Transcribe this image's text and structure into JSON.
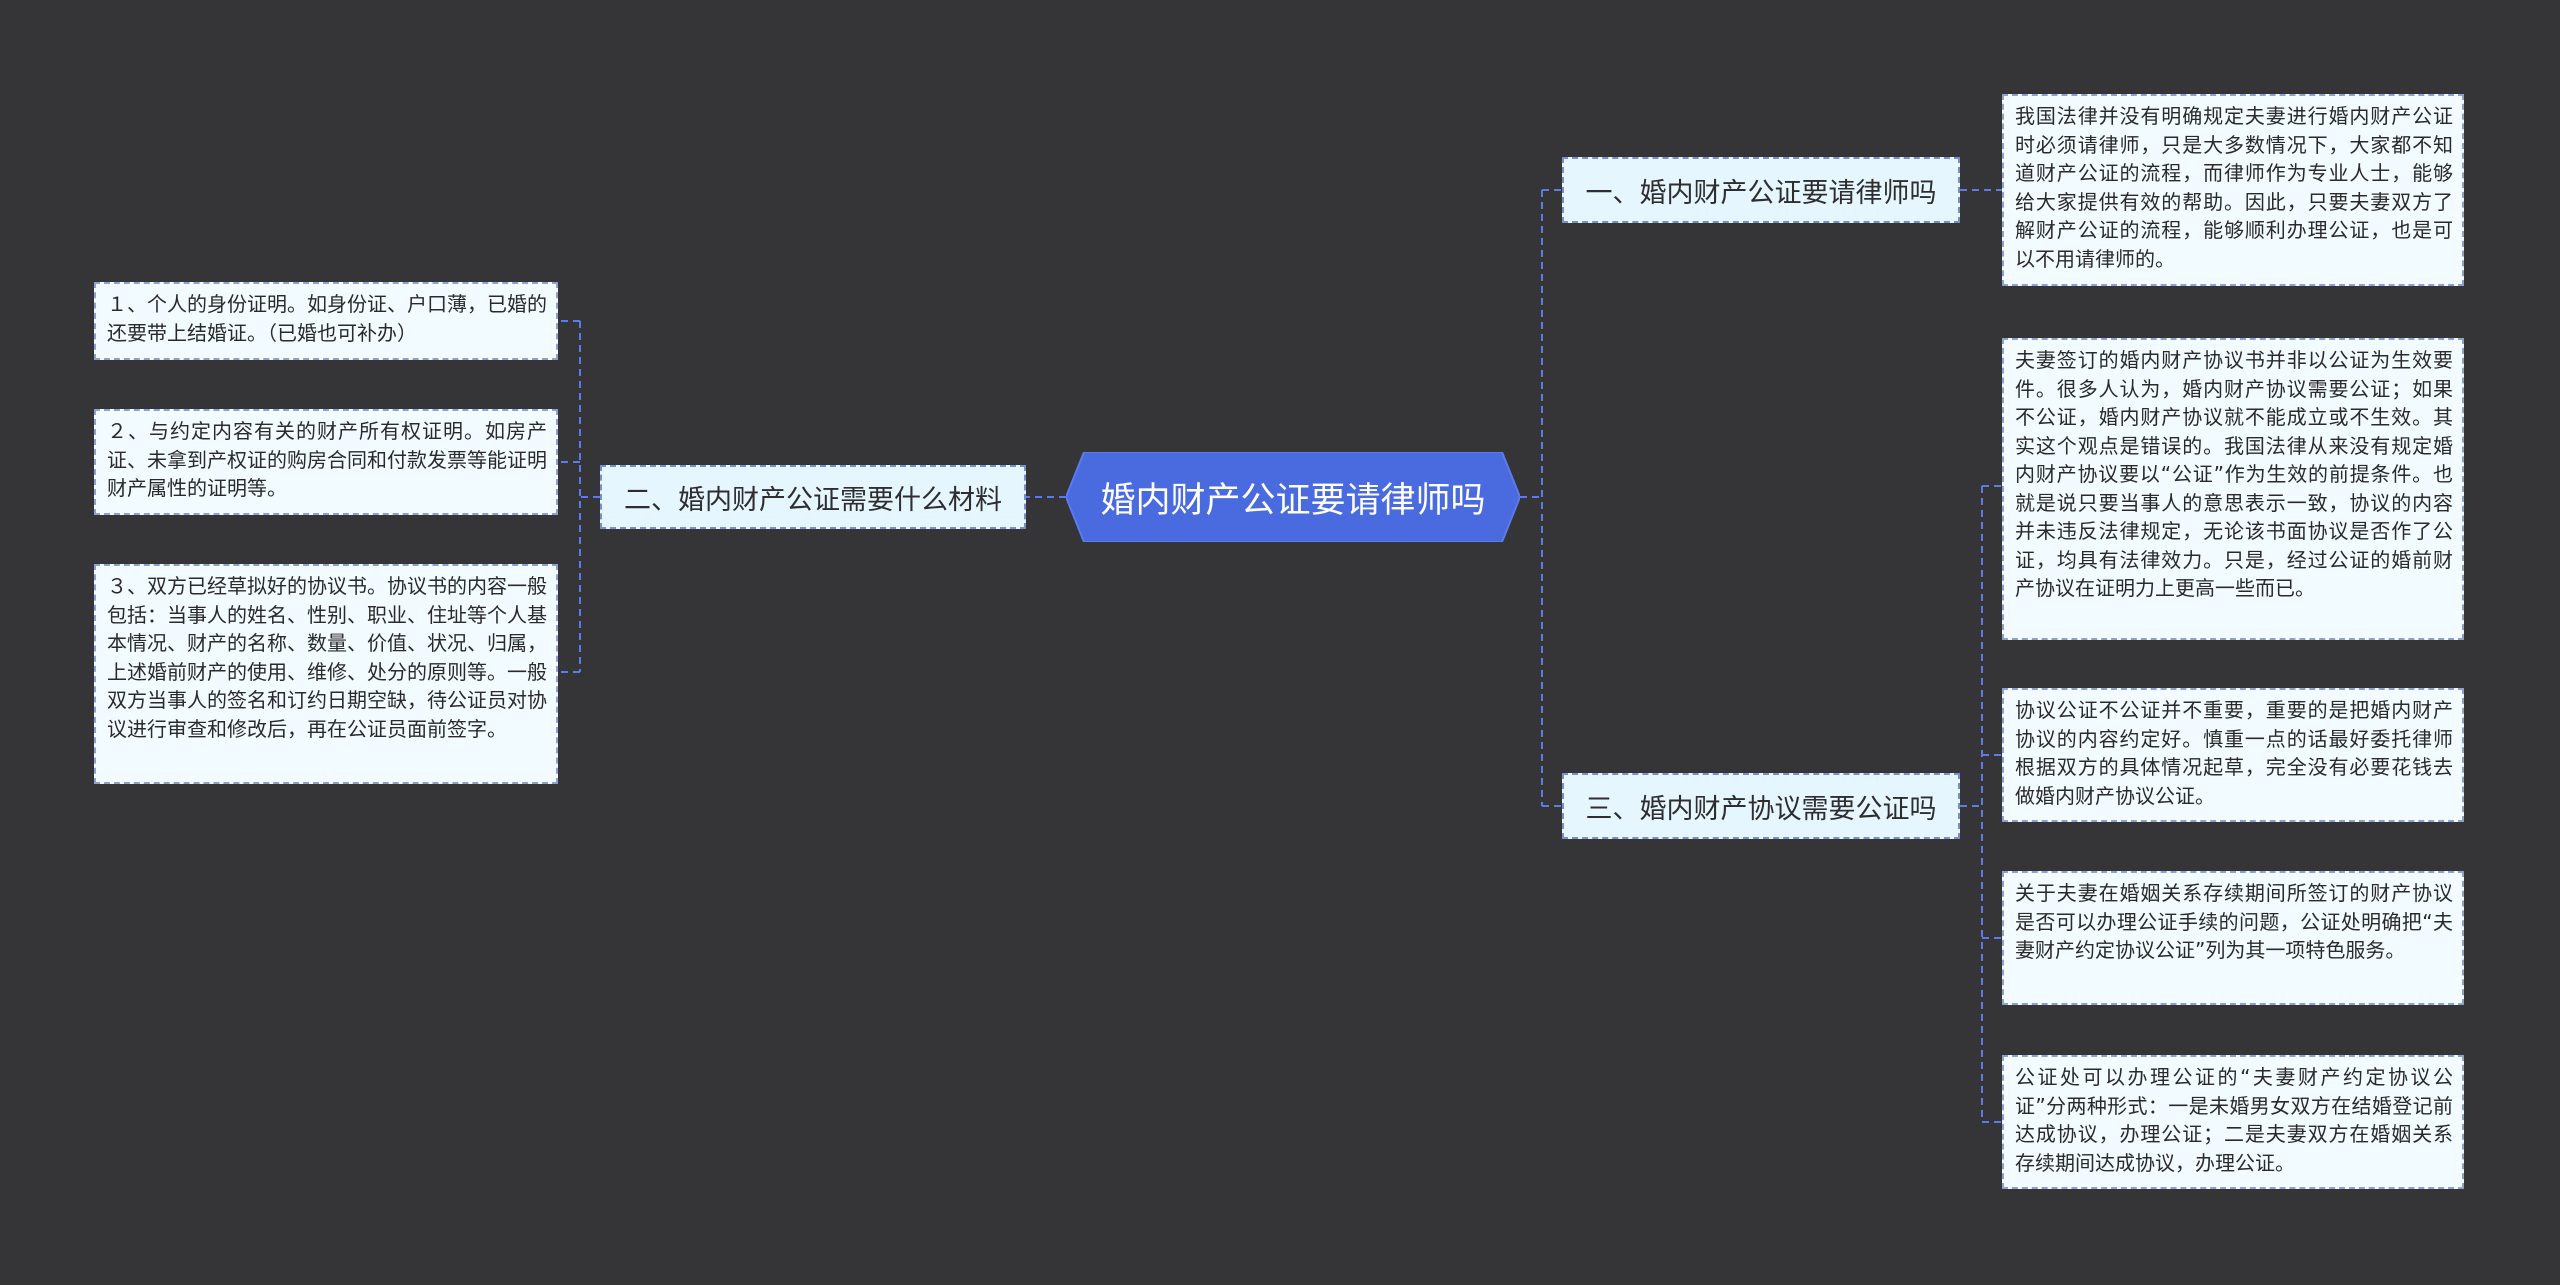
{
  "colors": {
    "background": "#353437",
    "root_fill": "#4a6be0",
    "connector": "#5b7bea",
    "branch_fill": "#e5f6fe",
    "leaf_fill": "#f2fbff"
  },
  "root": {
    "label": "婚内财产公证要请律师吗"
  },
  "branches": {
    "b1": {
      "label": "一、婚内财产公证要请律师吗",
      "leaves": [
        "我国法律并没有明确规定夫妻进行婚内财产公证时必须请律师，只是大多数情况下，大家都不知道财产公证的流程，而律师作为专业人士，能够给大家提供有效的帮助。因此，只要夫妻双方了解财产公证的流程，能够顺利办理公证，也是可以不用请律师的。"
      ]
    },
    "b2": {
      "label": "二、婚内财产公证需要什么材料",
      "leaves": [
        "１、个人的身份证明。如身份证、户口薄，已婚的还要带上结婚证。（已婚也可补办）",
        "２、与约定内容有关的财产所有权证明。如房产证、未拿到产权证的购房合同和付款发票等能证明财产属性的证明等。",
        "３、双方已经草拟好的协议书。协议书的内容一般包括：当事人的姓名、性别、职业、住址等个人基本情况、财产的名称、数量、价值、状况、归属，上述婚前财产的使用、维修、处分的原则等。一般双方当事人的签名和订约日期空缺，待公证员对协议进行审查和修改后，再在公证员面前签字。"
      ]
    },
    "b3": {
      "label": "三、婚内财产协议需要公证吗",
      "leaves": [
        "夫妻签订的婚内财产协议书并非以公证为生效要件。很多人认为，婚内财产协议需要公证；如果不公证，婚内财产协议就不能成立或不生效。其实这个观点是错误的。我国法律从来没有规定婚内财产协议要以“公证”作为生效的前提条件。也就是说只要当事人的意思表示一致，协议的内容并未违反法律规定，无论该书面协议是否作了公证，均具有法律效力。只是，经过公证的婚前财产协议在证明力上更高一些而已。",
        "协议公证不公证并不重要，重要的是把婚内财产协议的内容约定好。慎重一点的话最好委托律师根据双方的具体情况起草，完全没有必要花钱去做婚内财产协议公证。",
        "关于夫妻在婚姻关系存续期间所签订的财产协议是否可以办理公证手续的问题，公证处明确把“夫妻财产约定协议公证”列为其一项特色服务。",
        "公证处可以办理公证的“夫妻财产约定协议公证”分两种形式：一是未婚男女双方在结婚登记前达成协议，办理公证；二是夫妻双方在婚姻关系存续期间达成协议，办理公证。"
      ]
    }
  }
}
